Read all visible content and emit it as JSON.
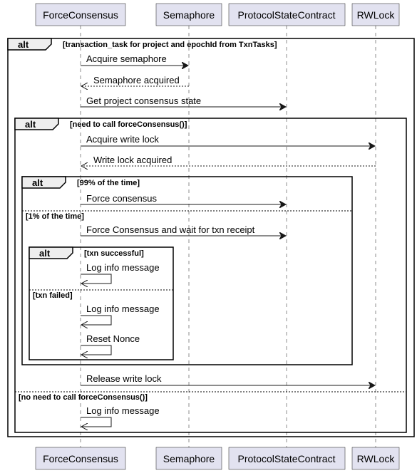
{
  "participants": {
    "force_consensus": "ForceConsensus",
    "semaphore": "Semaphore",
    "protocol_state_contract": "ProtocolStateContract",
    "rwlock": "RWLock"
  },
  "messages": {
    "acquire_semaphore": "Acquire semaphore",
    "semaphore_acquired": "Semaphore acquired",
    "get_project_consensus_state": "Get project consensus state",
    "acquire_write_lock": "Acquire write lock",
    "write_lock_acquired": "Write lock acquired",
    "force_consensus": "Force consensus",
    "force_consensus_wait": "Force Consensus and wait for txn receipt",
    "log_info_success": "Log info message",
    "log_info_failed": "Log info message",
    "reset_nonce": "Reset Nonce",
    "release_write_lock": "Release write lock",
    "log_info_no_need": "Log info message"
  },
  "fragments": {
    "outer": {
      "keyword": "alt",
      "guard": "[transaction_task for project and epochId from TxnTasks]"
    },
    "force_needed": {
      "keyword": "alt",
      "guard": "[need to call forceConsensus()]",
      "else_guard": "[no need to call forceConsensus()]"
    },
    "probability": {
      "keyword": "alt",
      "guard": "[99% of the time]",
      "else_guard": "[1% of the time]"
    },
    "txn_result": {
      "keyword": "alt",
      "guard": "[txn successful]",
      "else_guard": "[txn failed]"
    }
  },
  "colors": {
    "participant_fill": "#e2e2f0",
    "frame_tab_fill": "#eeeeee",
    "line": "#181818"
  }
}
